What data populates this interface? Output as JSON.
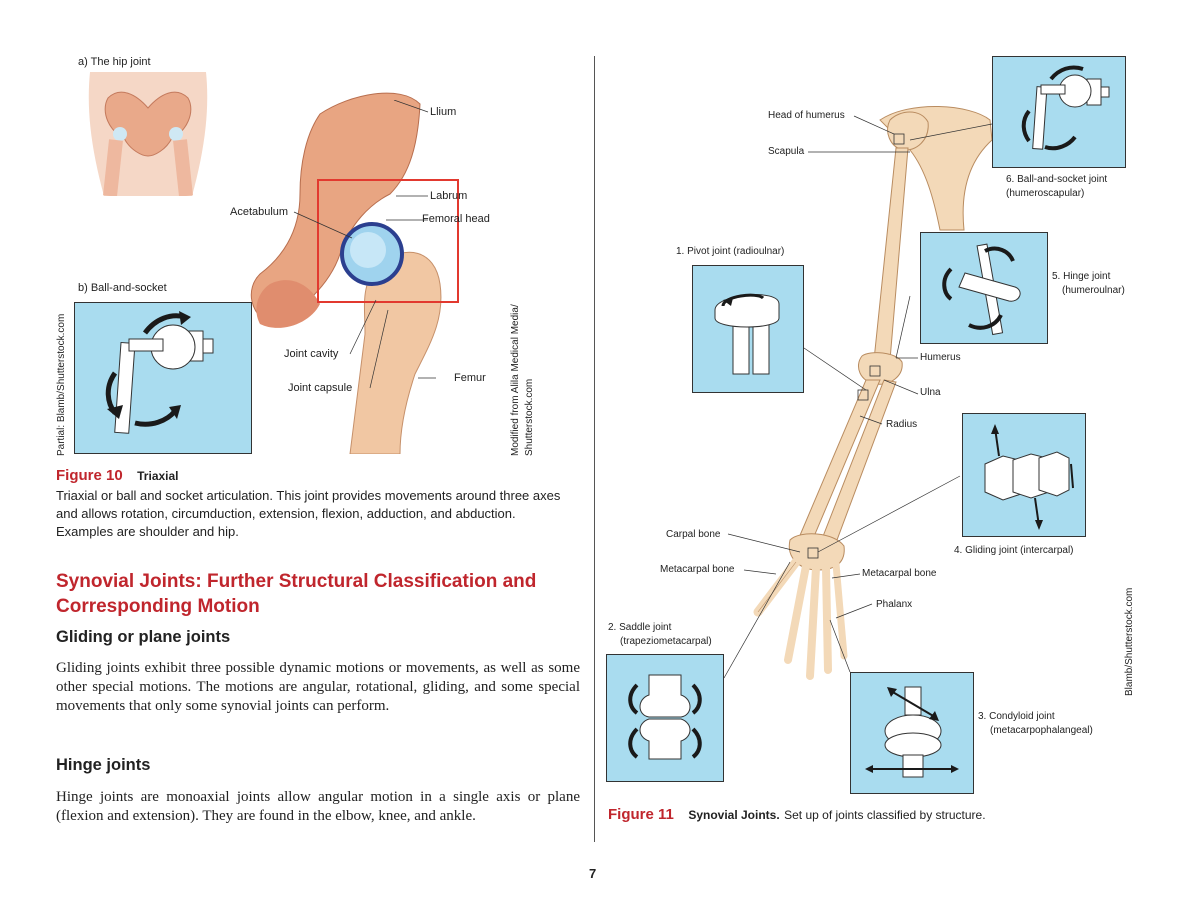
{
  "left": {
    "hip_title": "a) The hip joint",
    "ball_title": "b) Ball-and-socket",
    "labels": {
      "ilium": "Llium",
      "labrum": "Labrum",
      "femoral_head": "Femoral head",
      "acetabulum": "Acetabulum",
      "joint_cavity": "Joint cavity",
      "joint_capsule": "Joint capsule",
      "femur": "Femur"
    },
    "credit_left": "Partial: Blamb/Shutterstock.com",
    "credit_right_1": "Modified from Alila Medical Media/",
    "credit_right_2": "Shutterstock.com",
    "figure": {
      "number": "Figure 10",
      "title": "Triaxial",
      "text": "Triaxial or ball and socket articulation. This joint provides movements around three axes and allows rotation, circumduction, extension, flexion, adduction, and abduction. Examples are shoulder and hip."
    },
    "section_title": "Synovial Joints: Further Structural Classification and Corresponding Motion",
    "gliding": {
      "heading": "Gliding or plane joints",
      "text": "Gliding joints exhibit three possible dynamic motions or movements, as well as some other special motions. The motions are angular, rotational, gliding, and some special movements that only some synovial joints can perform."
    },
    "hinge": {
      "heading": "Hinge joints",
      "text": "Hinge joints are monoaxial joints allow angular motion in a single axis or plane (flexion and extension). They are found in the elbow, knee, and ankle."
    }
  },
  "right": {
    "labels": {
      "head_of_humerus": "Head of humerus",
      "scapula": "Scapula",
      "humerus": "Humerus",
      "ulna": "Ulna",
      "radius": "Radius",
      "carpal_bone": "Carpal bone",
      "metacarpal_bone_left": "Metacarpal bone",
      "metacarpal_bone_right": "Metacarpal bone",
      "phalanx": "Phalanx"
    },
    "joints": {
      "j6a": "6. Ball-and-socket joint",
      "j6b": "(humeroscapular)",
      "j1": "1. Pivot joint (radioulnar)",
      "j5a": "5. Hinge joint",
      "j5b": "(humeroulnar)",
      "j4": "4. Gliding joint (intercarpal)",
      "j2a": "2. Saddle joint",
      "j2b": "(trapeziometacarpal)",
      "j3a": "3. Condyloid joint",
      "j3b": "(metacarpophalangeal)"
    },
    "credit": "Blamb/Shutterstock.com",
    "figure": {
      "number": "Figure 11",
      "title": "Synovial Joints.",
      "text": "Set up of joints classified by structure."
    }
  },
  "page_number": "7",
  "colors": {
    "accent_red": "#c0262d",
    "joint_box": "#a9dcef",
    "bone": "#f3d9b8",
    "skin": "#e9a98a"
  }
}
